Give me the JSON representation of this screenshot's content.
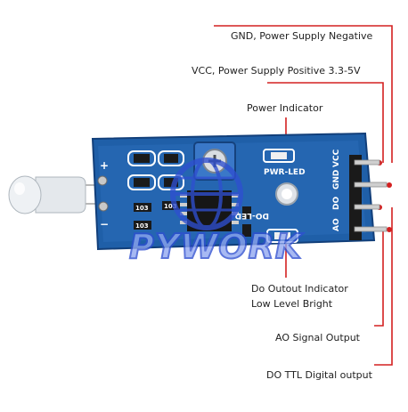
{
  "callouts": {
    "gnd": "GND, Power Supply Negative",
    "vcc": "VCC, Power Supply Positive 3.3-5V",
    "power_indicator": "Power Indicator",
    "do_indicator_line1": "Do Outout Indicator",
    "do_indicator_line2": "Low Level Bright",
    "ao": "AO Signal Output",
    "do": "DO TTL Digital output"
  },
  "board": {
    "pwr_led": "PWR-LED",
    "do_led": "DO-LED",
    "pin_vcc": "VCC",
    "pin_gnd": "GND",
    "pin_do": "DO",
    "pin_ao": "AO",
    "plus": "+",
    "minus": "−",
    "res1": "103",
    "res2": "103",
    "res3": "103"
  },
  "watermark": "PYWORK",
  "colors": {
    "callout_line": "#d42020",
    "board_blue": "#1f5fa8",
    "board_dark": "#123f7a",
    "pin_gold": "#c9c9c9",
    "watermark": "#2f4fd0"
  }
}
